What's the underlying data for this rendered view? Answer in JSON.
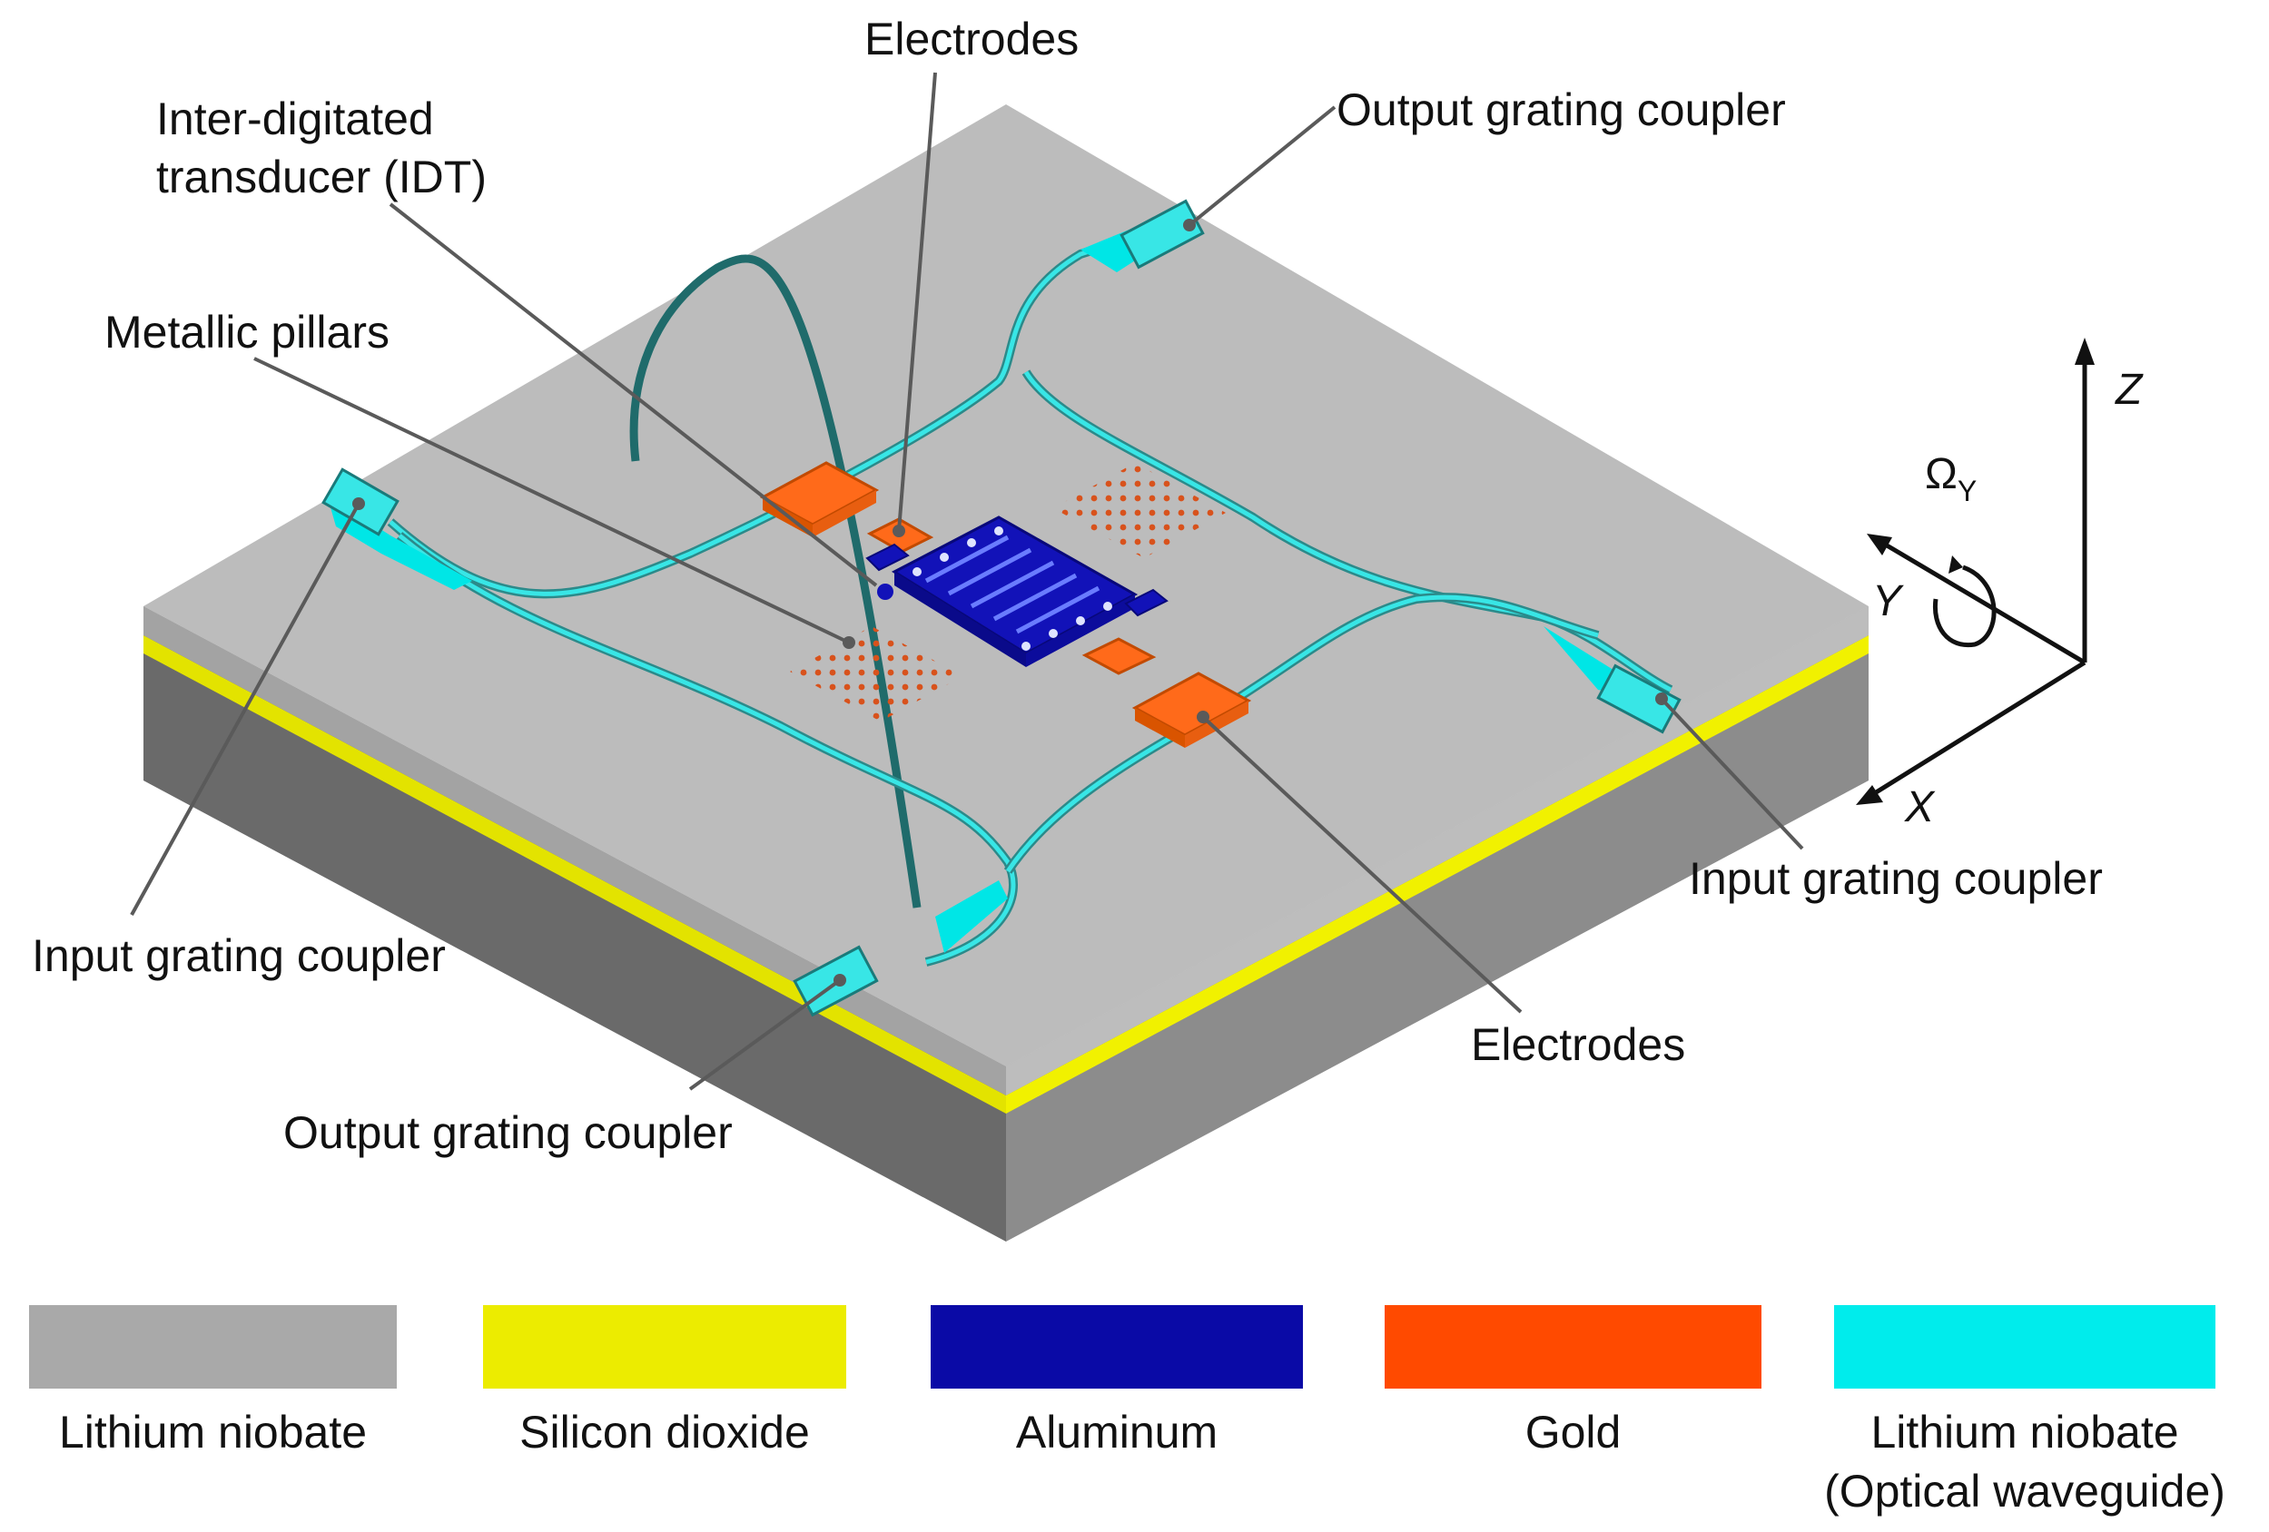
{
  "callouts": {
    "electrodes_top": "Electrodes",
    "idt_line1": "Inter-digitated",
    "idt_line2": "transducer (IDT)",
    "output_coupler_top": "Output grating coupler",
    "metallic_pillars": "Metallic pillars",
    "input_coupler_left": "Input grating coupler",
    "input_coupler_right": "Input grating coupler",
    "electrodes_bottom": "Electrodes",
    "output_coupler_bottom": "Output grating coupler"
  },
  "axes": {
    "z": "Z",
    "y": "Y",
    "x": "X",
    "rotation_symbol": "Ω",
    "rotation_subscript": "Y"
  },
  "legend": [
    {
      "label": "Lithium niobate",
      "label2": "",
      "color": "#a9a9a9"
    },
    {
      "label": "Silicon dioxide",
      "label2": "",
      "color": "#ecec00"
    },
    {
      "label": "Aluminum",
      "label2": "",
      "color": "#0a0aa6"
    },
    {
      "label": "Gold",
      "label2": "",
      "color": "#ff4a00"
    },
    {
      "label": "Lithium niobate",
      "label2": "(Optical waveguide)",
      "color": "#00ecec"
    }
  ]
}
